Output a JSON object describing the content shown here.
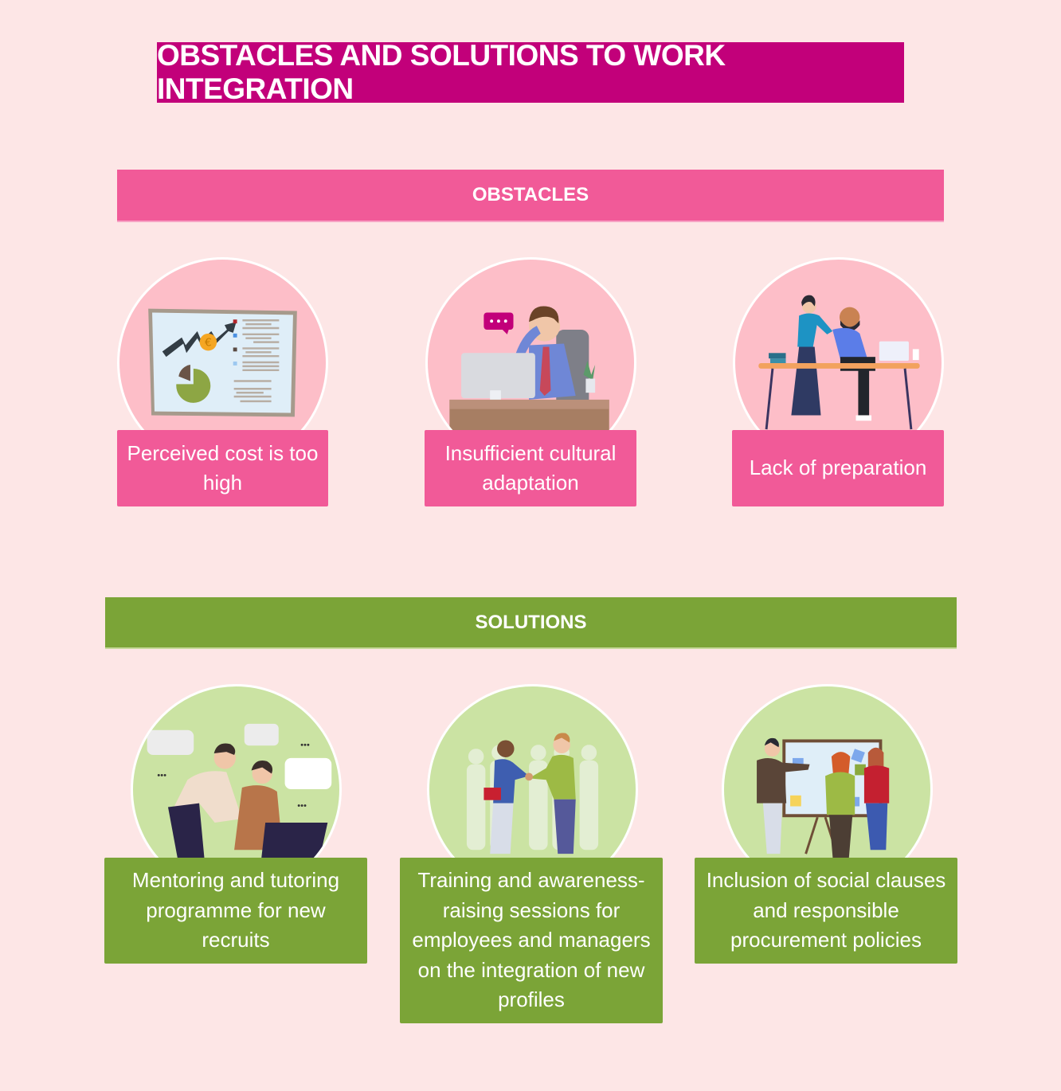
{
  "title": "OBSTACLES AND SOLUTIONS TO WORK INTEGRATION",
  "colors": {
    "background": "#fde6e6",
    "title_bar": "#c2007a",
    "obstacle_pink": "#f15a98",
    "obstacle_circle": "#fdbec8",
    "solution_green": "#7ba437",
    "solution_circle": "#cbe3a3"
  },
  "obstacles": {
    "heading": "OBSTACLES",
    "items": [
      {
        "label": "Perceived cost is too high",
        "icon": "presentation-board-euro-chart-icon"
      },
      {
        "label": "Insufficient cultural adaptation",
        "icon": "stressed-office-worker-icon"
      },
      {
        "label": "Lack of preparation",
        "icon": "colleagues-at-desk-icon"
      }
    ]
  },
  "solutions": {
    "heading": "SOLUTIONS",
    "items": [
      {
        "label": "Mentoring and tutoring programme for new recruits",
        "icon": "mentor-and-recruit-icon"
      },
      {
        "label": "Training and awareness-raising sessions for employees and managers on the integration of new profiles",
        "icon": "handshake-group-icon"
      },
      {
        "label": "Inclusion of social clauses and responsible procurement policies",
        "icon": "team-whiteboard-icon"
      }
    ]
  }
}
